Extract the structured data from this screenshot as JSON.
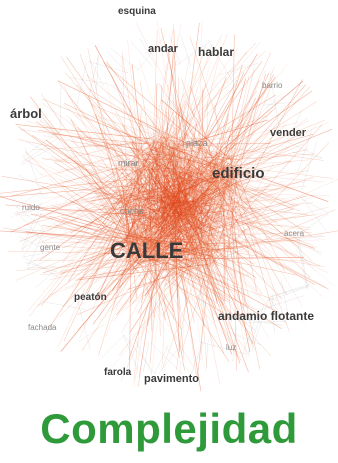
{
  "caption": "Complejidad",
  "network": {
    "hub_color": "#e0461a",
    "edge_color": "#e8703f",
    "label_color": "#3a3a3a",
    "caption_color": "#2f9a3a",
    "labels": [
      {
        "text": "CALLE",
        "size": "huge"
      },
      {
        "text": "edificio",
        "size": "large"
      },
      {
        "text": "andamio flotante",
        "size": "medium"
      },
      {
        "text": "árbol",
        "size": "medium"
      },
      {
        "text": "hablar",
        "size": "medium"
      },
      {
        "text": "andar",
        "size": "medium"
      },
      {
        "text": "pavimento",
        "size": "medium"
      },
      {
        "text": "farola",
        "size": "medium"
      },
      {
        "text": "peatón",
        "size": "medium"
      },
      {
        "text": "vender",
        "size": "medium"
      },
      {
        "text": "esquina",
        "size": "medium"
      },
      {
        "text": "plaza",
        "size": "small"
      },
      {
        "text": "mirar",
        "size": "small"
      },
      {
        "text": "coche",
        "size": "small"
      },
      {
        "text": "ruido",
        "size": "small"
      },
      {
        "text": "acera",
        "size": "small"
      },
      {
        "text": "barrio",
        "size": "small"
      },
      {
        "text": "gente",
        "size": "small"
      },
      {
        "text": "luz",
        "size": "small"
      },
      {
        "text": "fachada",
        "size": "small"
      }
    ]
  }
}
